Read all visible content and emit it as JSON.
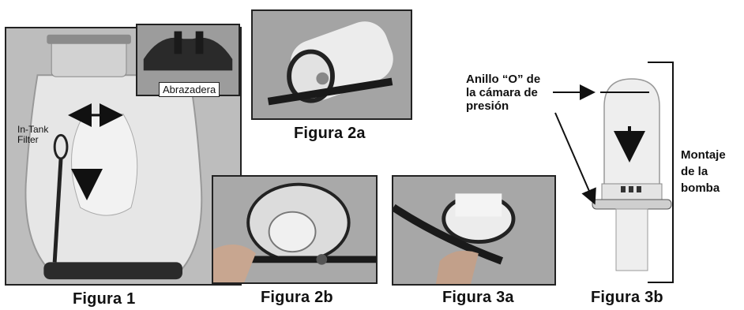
{
  "figures": {
    "fig1": {
      "caption": "Figura 1"
    },
    "fig2a": {
      "caption": "Figura 2a"
    },
    "fig2b": {
      "caption": "Figura 2b"
    },
    "fig3a": {
      "caption": "Figura 3a"
    },
    "fig3b": {
      "caption": "Figura 3b"
    }
  },
  "labels": {
    "clamp": "Abrazadera",
    "in_tank_filter": "In-Tank\nFilter",
    "o_ring": "Anillo “O” de\nla cámara de\npresión",
    "pump_assembly": "Montaje\nde la\nbomba"
  },
  "colors": {
    "frame": "#222222",
    "photo_bg": "#9a9a9a",
    "ink": "#111111"
  }
}
